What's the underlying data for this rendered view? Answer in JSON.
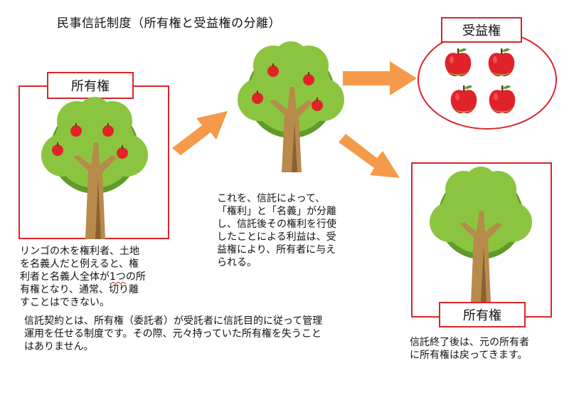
{
  "title": "民事信託制度（所有権と受益権の分離）",
  "left_panel": {
    "label": "所有権",
    "caption_lines": [
      "リンゴの木を権利者、土地",
      "を名義人だと例えると、権",
      "利者と名義人全体が",
      "1つ",
      "の所",
      "有権となり、通常、切り離",
      "すことはできない。"
    ]
  },
  "bottom_text_lines": [
    "信託契約とは、所有権（委託者）が受託者に信託目的に従って管理",
    "運用を任せる制度です。その際、元々持っていた所有権を失うこと",
    "はありません。"
  ],
  "middle_text_lines": [
    "これを、信託によって、",
    "「権利」と「名義」が分離",
    "し、信託後その権利を行使",
    "したことによる利益は、受",
    "益権により、所有者に与え",
    "られる。"
  ],
  "benefit_panel": {
    "label": "受益権"
  },
  "right_panel": {
    "label": "所有権",
    "caption_lines": [
      "信託終了後は、元の所有者",
      "に所有権は戻ってきます。"
    ]
  },
  "icons": [
    "apple-tree",
    "bare-tree",
    "apple",
    "arrow"
  ],
  "colors": {
    "frame_red": "#d9262b",
    "leaf_green": "#8bc53f",
    "leaf_dark": "#5e9b2a",
    "trunk": "#b88a4c",
    "trunk_dark": "#8a6230",
    "apple_red": "#e0232a",
    "arrow_orange": "#f59a4a"
  }
}
